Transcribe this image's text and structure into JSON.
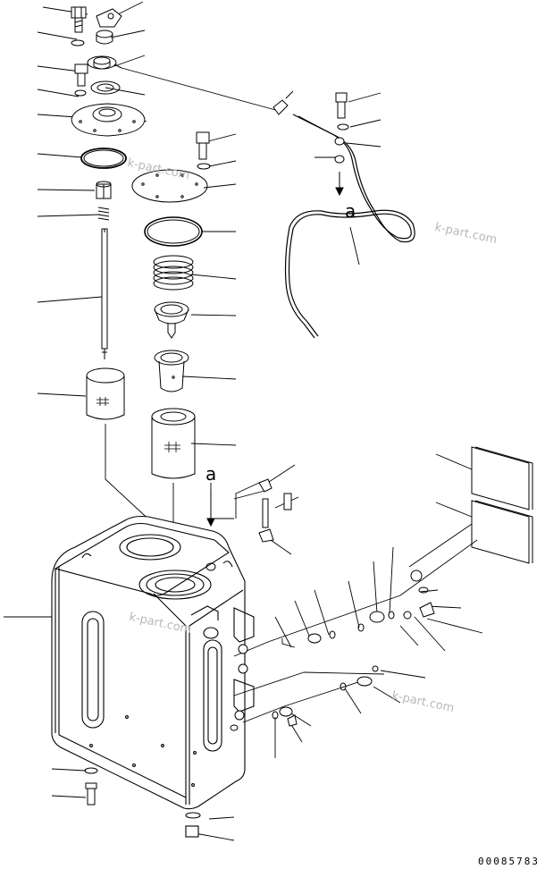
{
  "diagram": {
    "detail_reference": "a",
    "drawing_number": "00085783",
    "watermark": "k-part.com"
  }
}
